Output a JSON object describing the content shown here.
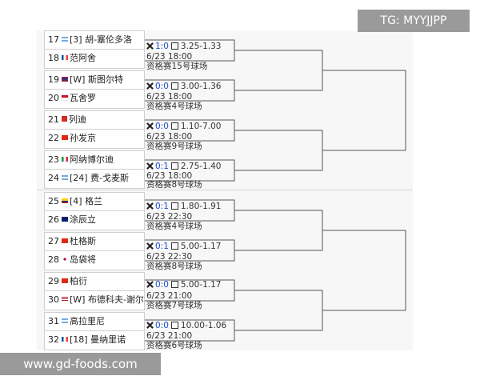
{
  "watermark_top": "TG: MYYJJPP",
  "watermark_bottom": "www.gd-foods.com",
  "players": [
    {
      "num": "17",
      "name": "[3] 胡-塞伦多洛",
      "flag": "ar"
    },
    {
      "num": "18",
      "name": "范阿舍",
      "flag": "fr"
    },
    {
      "num": "19",
      "name": "[W] 斯图尔特",
      "flag": "gb"
    },
    {
      "num": "20",
      "name": "瓦舍罗",
      "flag": "mc"
    },
    {
      "num": "21",
      "name": "列迪",
      "flag": "ch"
    },
    {
      "num": "22",
      "name": "孙发京",
      "flag": "cn"
    },
    {
      "num": "23",
      "name": "阿纳博尔迪",
      "flag": "it"
    },
    {
      "num": "24",
      "name": "[24] 费-戈麦斯",
      "flag": "ar"
    },
    {
      "num": "25",
      "name": "[4] 格兰",
      "flag": "co"
    },
    {
      "num": "26",
      "name": "涂辰立",
      "flag": "au"
    },
    {
      "num": "27",
      "name": "杜格斯",
      "flag": "cn"
    },
    {
      "num": "28",
      "name": "岛袋将",
      "flag": "jp"
    },
    {
      "num": "29",
      "name": "柏衍",
      "flag": "cn"
    },
    {
      "num": "30",
      "name": "[W] 布德科夫-谢尔",
      "flag": "us"
    },
    {
      "num": "31",
      "name": "高拉里尼",
      "flag": "ar"
    },
    {
      "num": "32",
      "name": "[18] 曼纳里诺",
      "flag": "fr"
    }
  ],
  "matches": [
    {
      "h2h": "1:0",
      "odds": "3.25-1.33",
      "time": "6/23 18:00",
      "court": "资格赛15号球场"
    },
    {
      "h2h": "0:0",
      "odds": "3.00-1.36",
      "time": "6/23 18:00",
      "court": "资格赛4号球场"
    },
    {
      "h2h": "0:0",
      "odds": "1.10-7.00",
      "time": "6/23 18:00",
      "court": "资格赛9号球场"
    },
    {
      "h2h": "0:1",
      "odds": "2.75-1.40",
      "time": "6/23 18:00",
      "court": "资格赛8号球场"
    },
    {
      "h2h": "0:1",
      "odds": "1.80-1.91",
      "time": "6/23 22:30",
      "court": "资格赛4号球场"
    },
    {
      "h2h": "0:1",
      "odds": "5.00-1.17",
      "time": "6/23 22:30",
      "court": "资格赛8号球场"
    },
    {
      "h2h": "0:0",
      "odds": "5.00-1.17",
      "time": "6/23 21:00",
      "court": "资格赛7号球场"
    },
    {
      "h2h": "0:0",
      "odds": "10.00-1.06",
      "time": "6/23 21:00",
      "court": "资格赛6号球场"
    }
  ]
}
